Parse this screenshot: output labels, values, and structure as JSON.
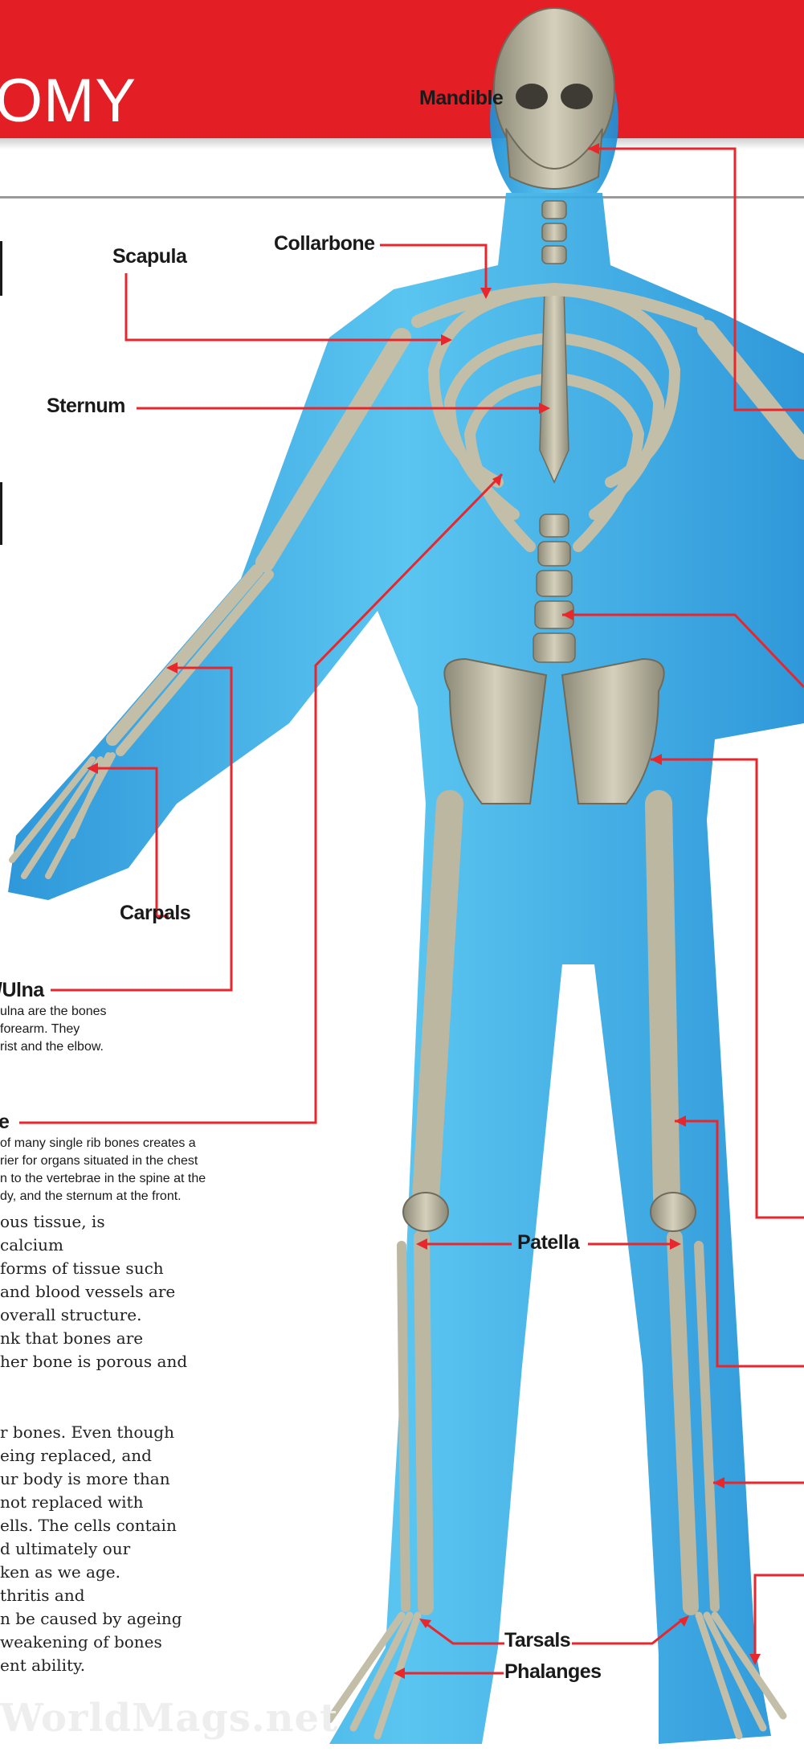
{
  "header": {
    "title": "OMY"
  },
  "labels": {
    "mandible": "Mandible",
    "collarbone": "Collarbone",
    "scapula": "Scapula",
    "sternum": "Sternum",
    "carpals": "Carpals",
    "patella": "Patella",
    "tarsals": "Tarsals",
    "phalanges": "Phalanges"
  },
  "radius_ulna": {
    "title": "/Ulna",
    "lines": [
      "ulna are the bones",
      "forearm. They",
      "rist and the elbow."
    ]
  },
  "rib_cage": {
    "title": "e",
    "lines": [
      "of many single rib bones creates a",
      "rier for organs situated in the chest",
      "n to the vertebrae in the spine at the",
      "dy, and the sternum at the front."
    ]
  },
  "body_text": [
    "ous tissue, is",
    "calcium",
    " forms of tissue such",
    "and blood vessels are",
    "overall structure.",
    "nk that bones are",
    "her bone is porous and",
    "",
    "r bones. Even though",
    "eing replaced, and",
    "ur body is more than",
    "not replaced with",
    "ells. The cells contain",
    "d ultimately our",
    "ken as we age.",
    "thritis and",
    "n be caused by ageing",
    " weakening of bones",
    "ent ability."
  ],
  "watermark": "WorldMags.net",
  "colors": {
    "banner": "#e31e24",
    "leader": "#e8262c",
    "body": "#2aa5e2",
    "bone": "#bdb8a3"
  }
}
